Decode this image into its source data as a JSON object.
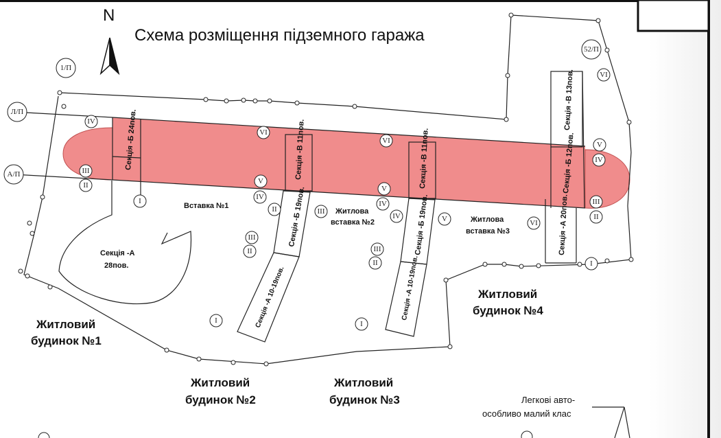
{
  "title": "Схема розміщення підземного гаража",
  "north": "N",
  "corner_axes": {
    "top_left": "1/П",
    "left_upper": "Л/П",
    "left_lower": "А/П",
    "top_right": "52/П"
  },
  "sections": {
    "b24": "Секція -Б 24пов.",
    "v11_left": "Секція -В 11пов.",
    "v11_right": "Секція -В 11пов.",
    "v13": "Секція -В 13пов.",
    "b12": "Секція -Б 12пов.",
    "a20": "Секція -А 20пов.",
    "b19_left": "Секція -Б 19пов.",
    "b19_right": "Секція -Б 19пов.",
    "a1019_left": "Секція -А 10-19пов.",
    "a1019_right": "Секція -А 10-19пов.",
    "a28_line1": "Секція -А",
    "a28_line2": "28пов."
  },
  "inserts": {
    "insert1": "Вставка №1",
    "insert2_line1": "Житлова",
    "insert2_line2": "вставка №2",
    "insert3_line1": "Житлова",
    "insert3_line2": "вставка №3"
  },
  "buildings": {
    "b1_line1": "Житловий",
    "b1_line2": "будинок №1",
    "b2_line1": "Житловий",
    "b2_line2": "будинок №2",
    "b3_line1": "Житловий",
    "b3_line2": "будинок №3",
    "b4_line1": "Житловий",
    "b4_line2": "будинок №4"
  },
  "legend": {
    "line1": "Легкові авто-",
    "line2": "особливо малий клас"
  },
  "axis_marks": {
    "I": "I",
    "II": "II",
    "III": "III",
    "IV": "IV",
    "V": "V",
    "VI": "VI"
  },
  "colors": {
    "garage_fill": "#f08c8c",
    "garage_stroke": "#d06060",
    "line": "#222222"
  }
}
